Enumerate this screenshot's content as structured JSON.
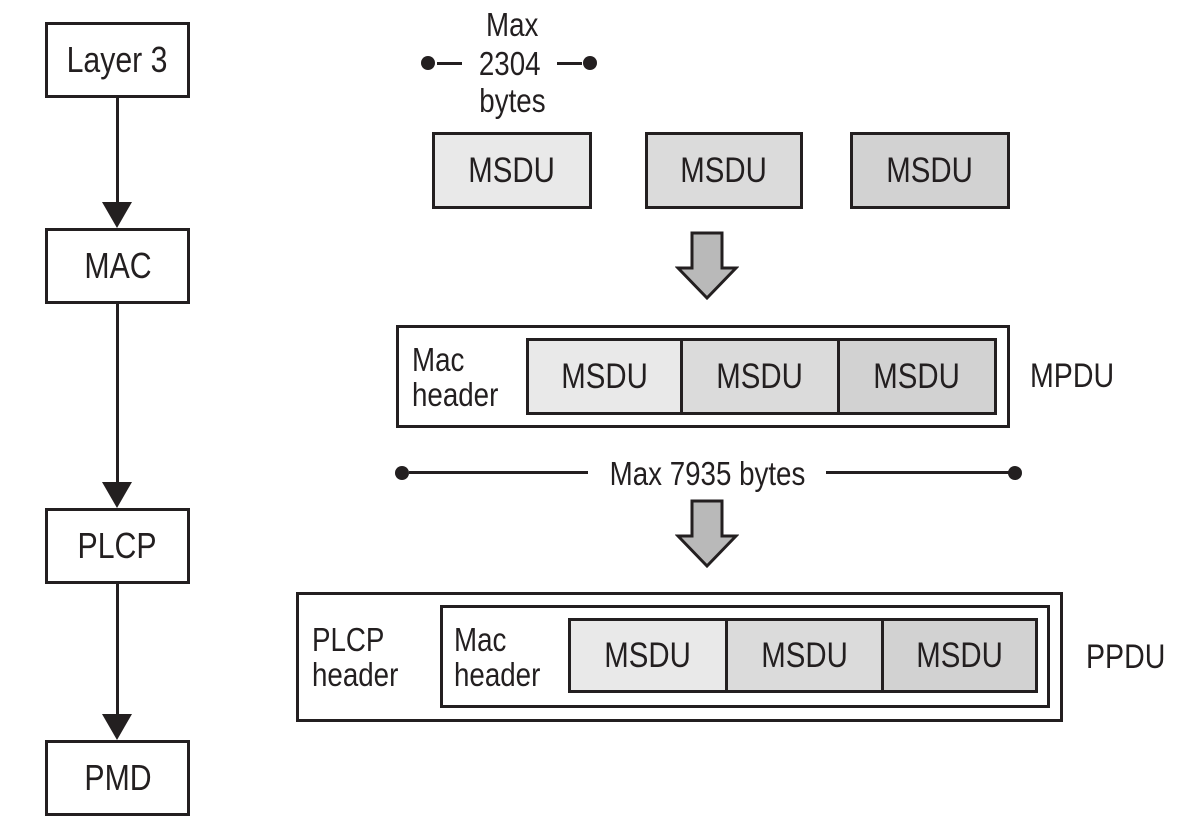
{
  "canvas": {
    "bg": "#ffffff",
    "ink": "#231f20"
  },
  "protocol_stack": {
    "items": [
      {
        "label": "Layer 3"
      },
      {
        "label": "MAC"
      },
      {
        "label": "PLCP"
      },
      {
        "label": "PMD"
      }
    ]
  },
  "top_measurement": {
    "word_top": "Max",
    "value": "2304",
    "word_bottom": "bytes"
  },
  "msdu_row": {
    "items": [
      {
        "label": "MSDU",
        "fill": "#e9e9e9"
      },
      {
        "label": "MSDU",
        "fill": "#dbdbdb"
      },
      {
        "label": "MSDU",
        "fill": "#d2d2d2"
      }
    ]
  },
  "arrow": {
    "fill": "#b9b9b9"
  },
  "mpdu_row": {
    "header": "Mac header",
    "cells": [
      {
        "label": "MSDU",
        "fill": "#e9e9e9"
      },
      {
        "label": "MSDU",
        "fill": "#dbdbdb"
      },
      {
        "label": "MSDU",
        "fill": "#d2d2d2"
      }
    ],
    "label": "MPDU"
  },
  "mid_measurement": {
    "text": "Max 7935 bytes"
  },
  "ppdu_row": {
    "plcp_header": "PLCP header",
    "mac_header": "Mac header",
    "cells": [
      {
        "label": "MSDU",
        "fill": "#e9e9e9"
      },
      {
        "label": "MSDU",
        "fill": "#dbdbdb"
      },
      {
        "label": "MSDU",
        "fill": "#d2d2d2"
      }
    ],
    "label": "PPDU"
  }
}
